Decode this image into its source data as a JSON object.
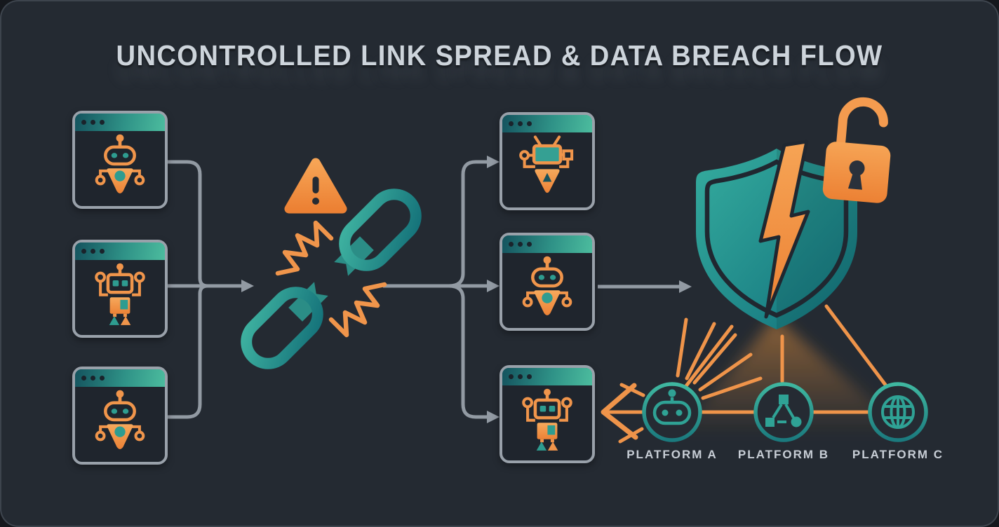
{
  "title": "UNCONTROLLED LINK SPREAD & DATA BREACH FLOW",
  "colors": {
    "background": "#242A32",
    "window_body": "#1F252D",
    "window_border": "#99A1AA",
    "header_teal_gradient": [
      "#14535E",
      "#4CBC9E"
    ],
    "teal": "#2E9C90",
    "teal_deep": "#156E75",
    "orange": "#F0954B",
    "orange_deep": "#E87F33",
    "connector_gray": "#929AA3",
    "title_color": "#CDD4DB",
    "label_color": "#C8CED6"
  },
  "flow": {
    "source_windows": [
      {
        "icon": "funnel-robot-icon"
      },
      {
        "icon": "square-robot-icon"
      },
      {
        "icon": "funnel-robot-icon"
      }
    ],
    "hazard": {
      "warning_icon": "warning-triangle-icon",
      "link_icon": "broken-chain-icon"
    },
    "spread_windows": [
      {
        "icon": "tv-robot-icon"
      },
      {
        "icon": "funnel-robot-icon"
      },
      {
        "icon": "square-robot-icon"
      }
    ],
    "breach": {
      "shield_icon": "cracked-shield-lightning-icon",
      "lock_icon": "open-padlock-icon"
    }
  },
  "platforms": [
    {
      "label": "PLATFORM A",
      "icon": "robot-head-icon"
    },
    {
      "label": "PLATFORM B",
      "icon": "network-nodes-icon"
    },
    {
      "label": "PLATFORM C",
      "icon": "globe-icon"
    }
  ]
}
